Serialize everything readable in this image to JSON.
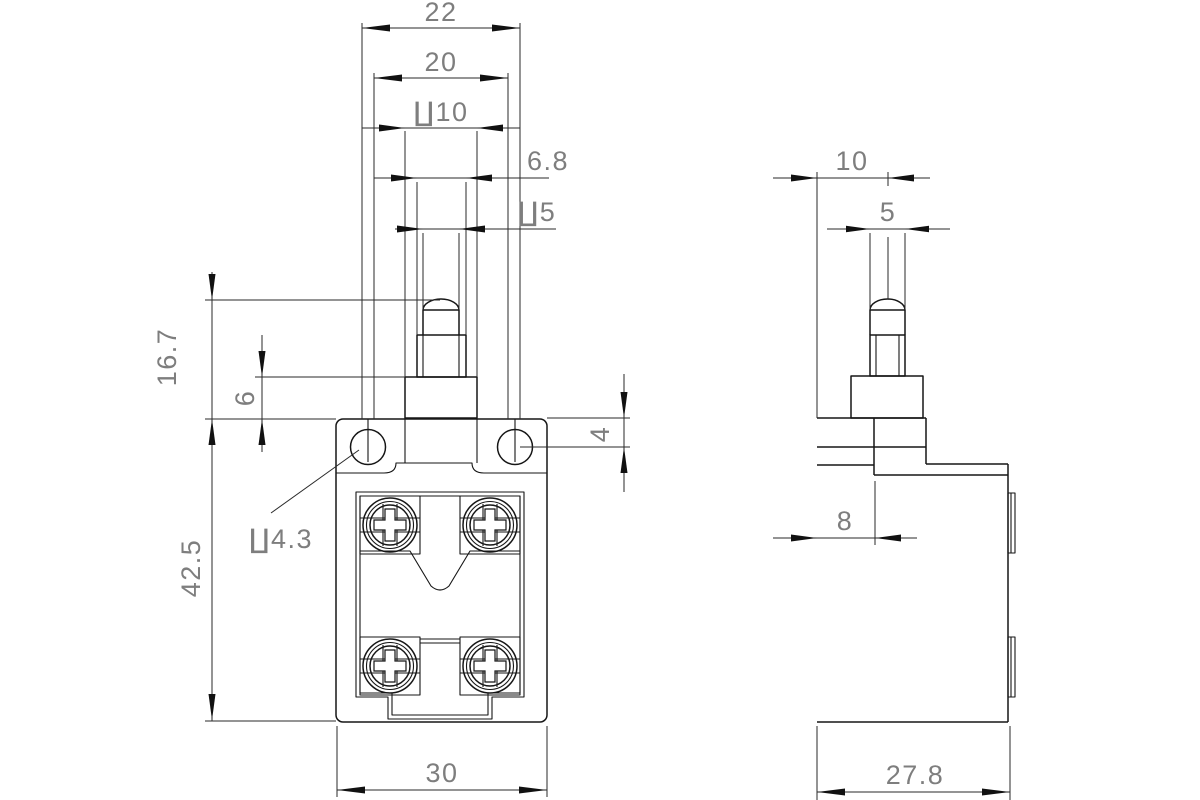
{
  "drawing_type": "technical-dimension-drawing",
  "colors": {
    "line": "#161616",
    "dimension_text": "#7e7e7e",
    "background": "#ffffff"
  },
  "dimensions": {
    "front": {
      "top_width": "22",
      "mount_hole_spacing": "20",
      "sleeve_diameter": "∐10",
      "collar_width": "6.8",
      "plunger_diameter": "∐5",
      "plunger_travel_height": "16.7",
      "boss_height": "6",
      "hole_center_offset": "4",
      "mount_hole_diameter": "∐4.3",
      "body_height": "42.5",
      "body_width": "30"
    },
    "side": {
      "head_depth": "10",
      "plunger_diameter": "5",
      "front_face_depth": "8",
      "body_depth": "27.8"
    }
  }
}
